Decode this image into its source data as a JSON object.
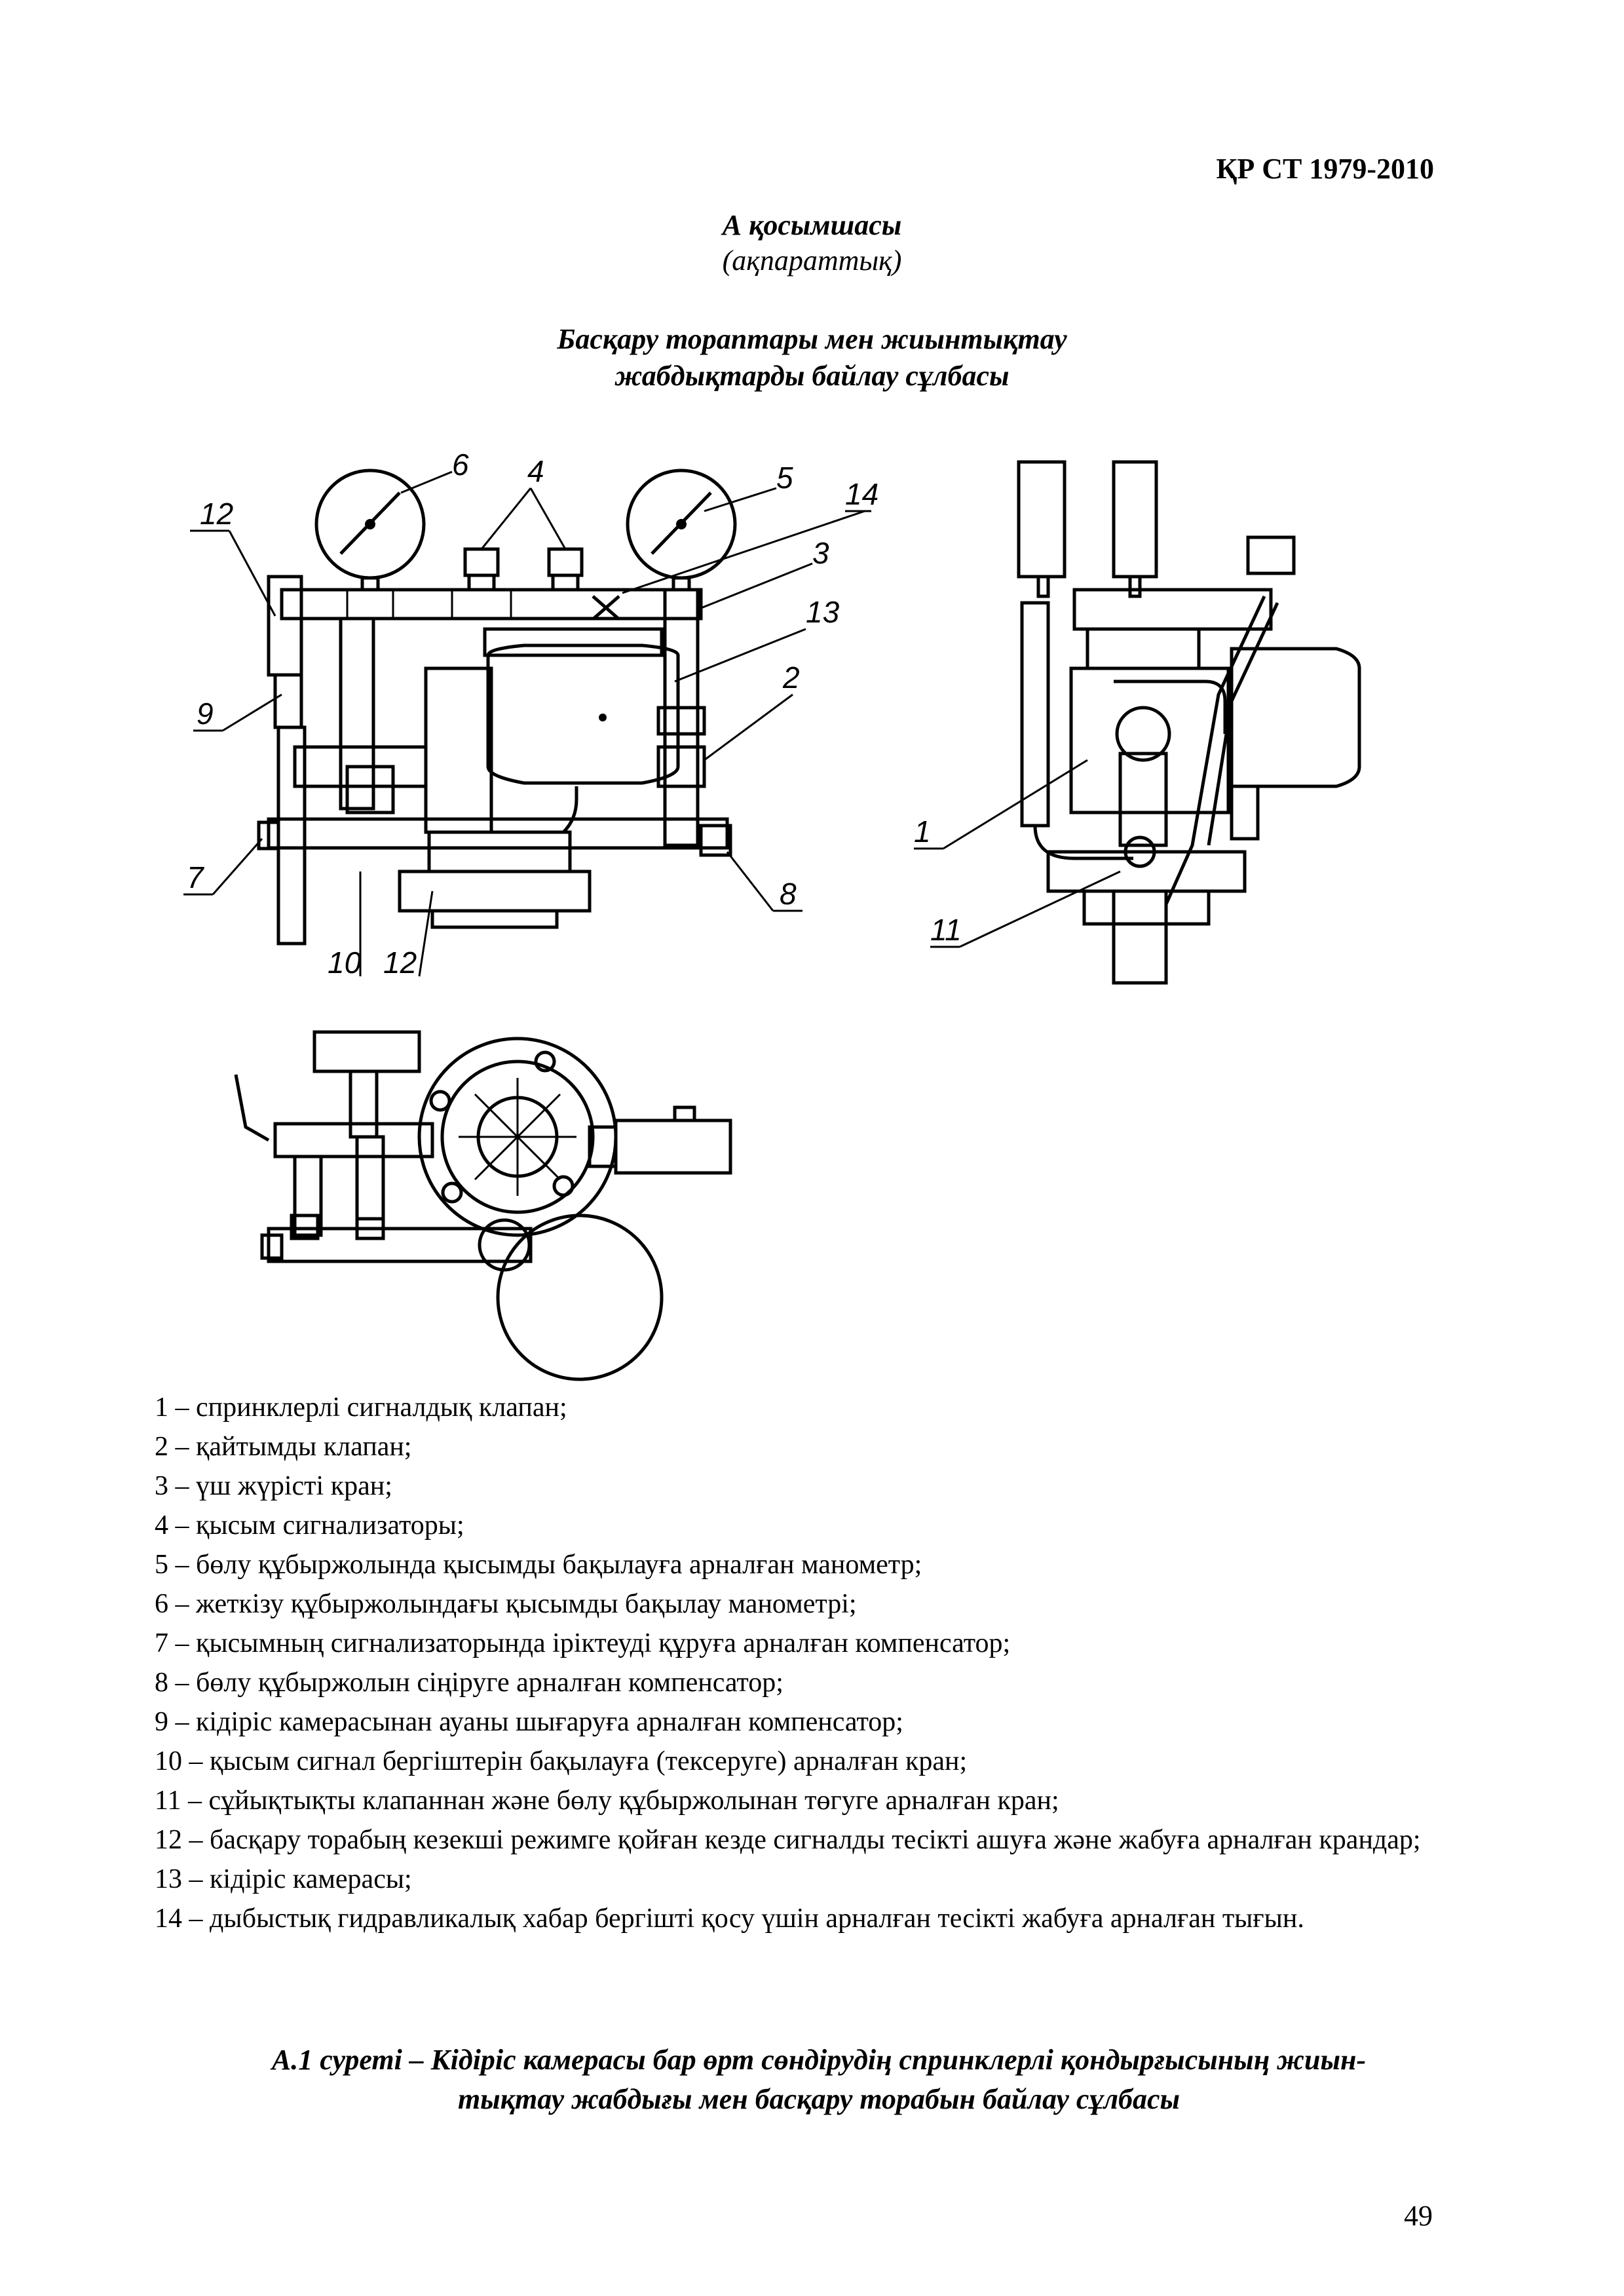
{
  "header": {
    "standard": "ҚР СТ 1979-2010"
  },
  "annex": {
    "title": "А қосымшасы",
    "subtitle": "(ақпараттық)"
  },
  "section_title": {
    "line1": "Басқару тораптары мен жиынтықтау",
    "line2": "жабдықтарды байлау сұлбасы"
  },
  "figure": {
    "labels": [
      "1",
      "2",
      "3",
      "4",
      "5",
      "6",
      "7",
      "8",
      "9",
      "10",
      "11",
      "12",
      "13",
      "14"
    ]
  },
  "legend": [
    "1 – спринклерлі сигналдық клапан;",
    "2 – қайтымды клапан;",
    "3 – үш жүрісті кран;",
    "4 – қысым сигнализаторы;",
    "5 – бөлу құбыржолында қысымды бақылауға арналған манометр;",
    "6 – жеткізу құбыржолындағы қысымды бақылау манометрі;",
    "7 – қысымның сигнализаторында іріктеуді құруға арналған компенсатор;",
    "8 – бөлу құбыржолын сіңіруге арналған компенсатор;",
    "9 – кідіріс камерасынан ауаны шығаруға арналған компенсатор;",
    "10 – қысым сигнал бергіштерін бақылауға (тексеруге) арналған кран;",
    "11 – сұйықтықты клапаннан және бөлу құбыржолынан төгуге арналған кран;",
    "12 – басқару торабың кезекші режимге қойған кезде сигналды тесікті ашуға және жабуға арналған крандар;",
    "13 – кідіріс камерасы;",
    "14 – дыбыстық гидравликалық хабар бергішті қосу үшін арналған тесікті жабуға арналған тығын."
  ],
  "caption": {
    "line1": "А.1 суреті – Кідіріс камерасы бар өрт сөндірудің спринклерлі қондырғысының жиын-",
    "line2": "тықтау жабдығы мен басқару торабын байлау сұлбасы"
  },
  "page_number": "49"
}
